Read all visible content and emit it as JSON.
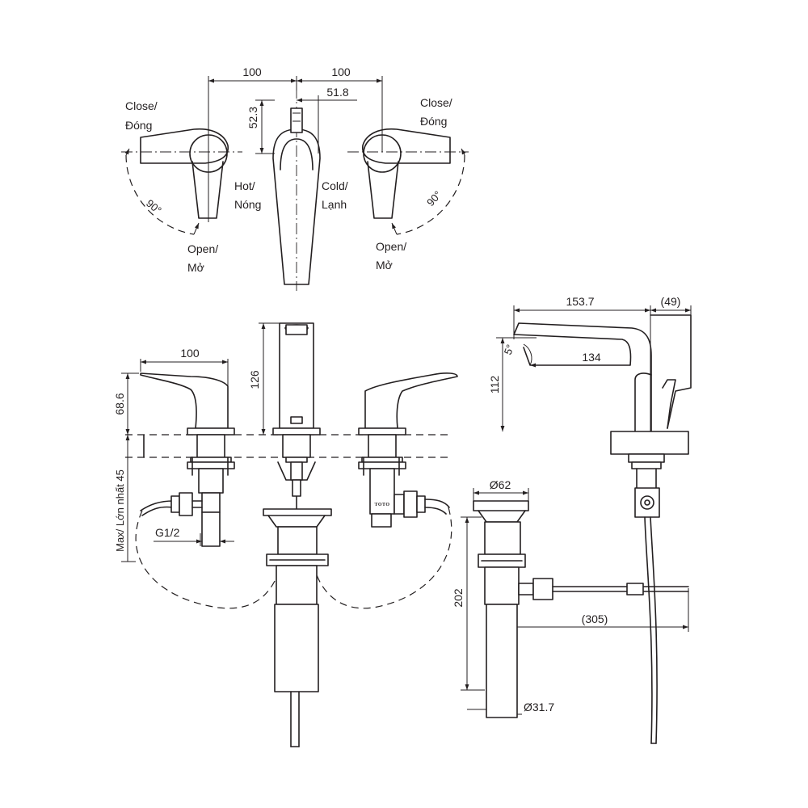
{
  "top_view": {
    "dims": {
      "left_width": "100",
      "right_width": "100",
      "spout_offset": "51.8",
      "spout_depth": "52.3"
    },
    "left_handle": {
      "close_en": "Close/",
      "close_vi": "Đóng",
      "open_en": "Open/",
      "open_vi": "Mở",
      "angle": "90°"
    },
    "right_handle": {
      "close_en": "Close/",
      "close_vi": "Đóng",
      "open_en": "Open/",
      "open_vi": "Mở",
      "angle": "90°"
    },
    "hot": {
      "en": "Hot/",
      "vi": "Nóng"
    },
    "cold": {
      "en": "Cold/",
      "vi": "Lạnh"
    }
  },
  "front_view": {
    "handle_length": "100",
    "handle_height": "68.6",
    "spout_height": "126",
    "max_thickness": "Max/ Lớn nhất 45",
    "thread": "G1/2",
    "logo": "TOTO"
  },
  "side_view": {
    "reach": "153.7",
    "offset": "(49)",
    "angle": "5°",
    "spout_length": "134",
    "height": "112"
  },
  "drain_view": {
    "diameter_top": "Ø62",
    "length": "202",
    "rod_length": "(305)",
    "diameter_tail": "Ø31.7"
  }
}
